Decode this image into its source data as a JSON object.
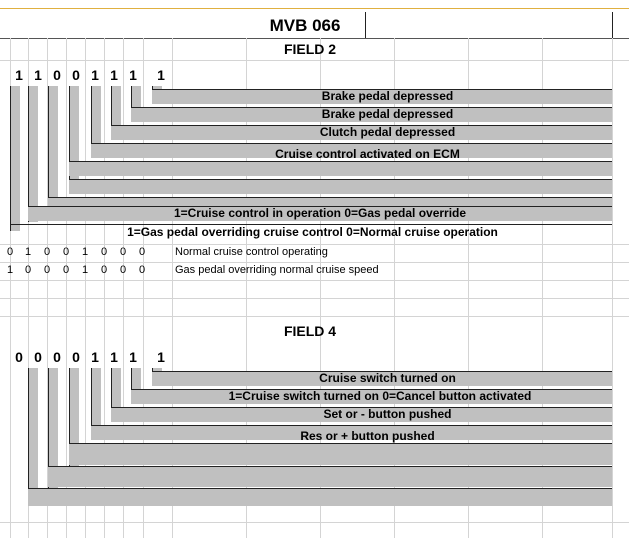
{
  "sheet_title": "MVB 066",
  "field2": {
    "title": "FIELD 2",
    "bits": [
      "1",
      "1",
      "0",
      "0",
      "1",
      "1",
      "1",
      "1"
    ],
    "labels": [
      "Brake pedal depressed",
      "Brake pedal depressed",
      "Clutch pedal depressed",
      "Cruise control activated on ECM",
      "1=Cruise control in operation 0=Gas pedal override",
      "1=Gas pedal overriding cruise control 0=Normal cruise operation"
    ],
    "examples": [
      {
        "bits": [
          "0",
          "1",
          "0",
          "0",
          "1",
          "0",
          "0",
          "0"
        ],
        "text": "Normal cruise control operating"
      },
      {
        "bits": [
          "1",
          "0",
          "0",
          "0",
          "1",
          "0",
          "0",
          "0"
        ],
        "text": "Gas pedal overriding normal cruise speed"
      }
    ]
  },
  "field4": {
    "title": "FIELD 4",
    "bits": [
      "0",
      "0",
      "0",
      "0",
      "1",
      "1",
      "1",
      "1"
    ],
    "labels": [
      "Cruise switch turned on",
      "1=Cruise switch turned on 0=Cancel button activated",
      "Set or - button pushed",
      "Res or + button pushed"
    ]
  },
  "colors": {
    "bar": "#c0c0c0",
    "grid": "#d4d4d4"
  }
}
